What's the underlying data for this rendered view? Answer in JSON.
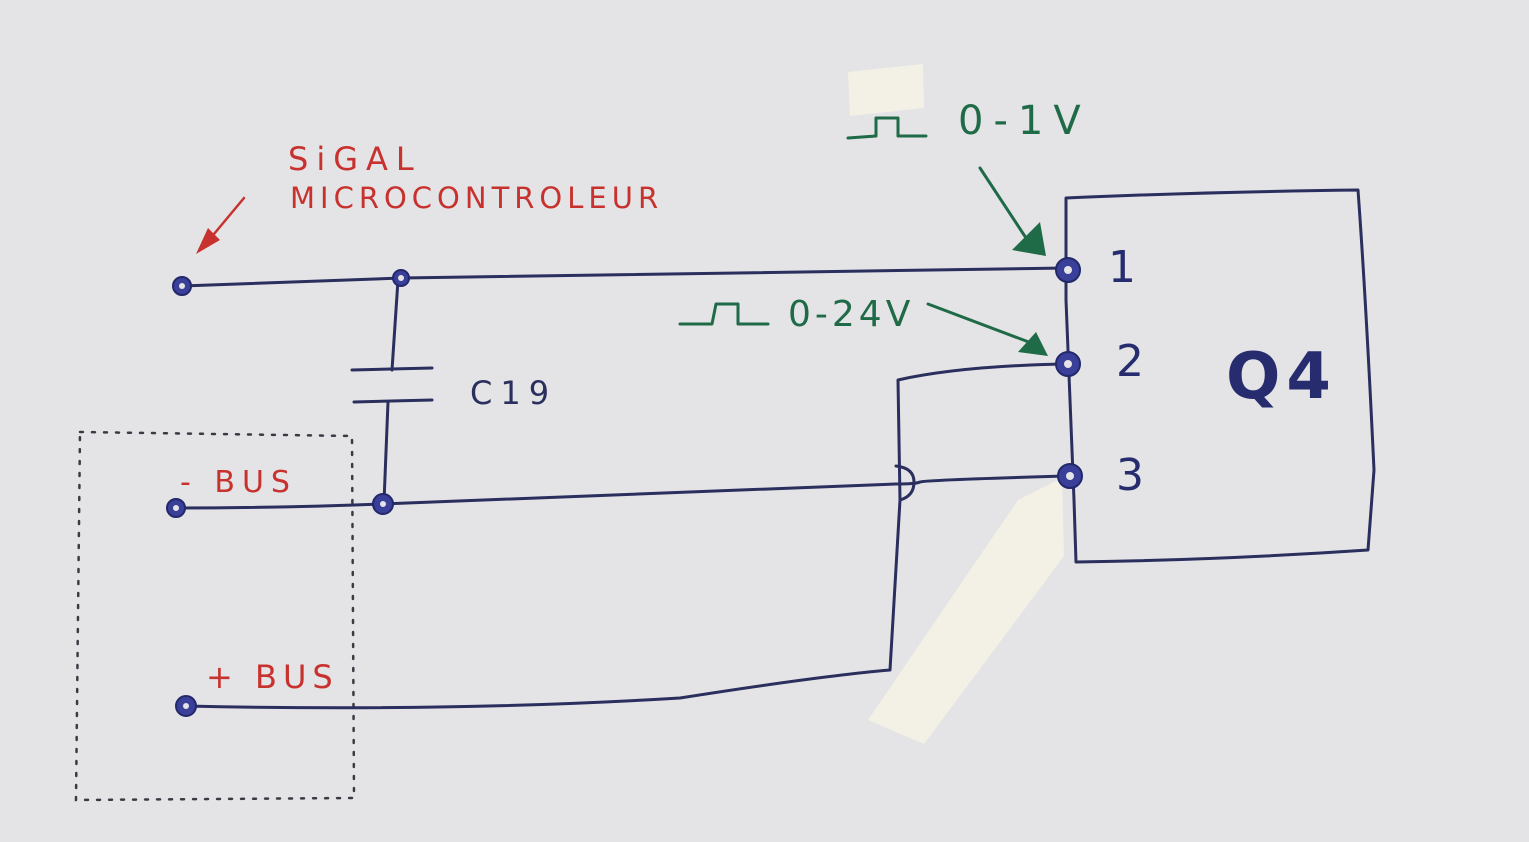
{
  "diagram": {
    "signal_label_line1": "SiGAL",
    "signal_label_line2": "MICROCONTROLEUR",
    "minus_bus_label": "- BUS",
    "plus_bus_label": "+ BUS",
    "capacitor_label": "C19",
    "pulse_label_1": "0-1V",
    "pulse_label_2": "0-24V",
    "component_label": "Q4",
    "pin_1_label": "1",
    "pin_2_label": "2",
    "pin_3_label": "3"
  },
  "colors": {
    "paper": "#e4e4e6",
    "wire_ink": "#2a2f5e",
    "red_ink": "#c8322e",
    "green_ink": "#1f6a47",
    "blue_ink": "#262c6e",
    "tape": "#f3f1e6"
  }
}
